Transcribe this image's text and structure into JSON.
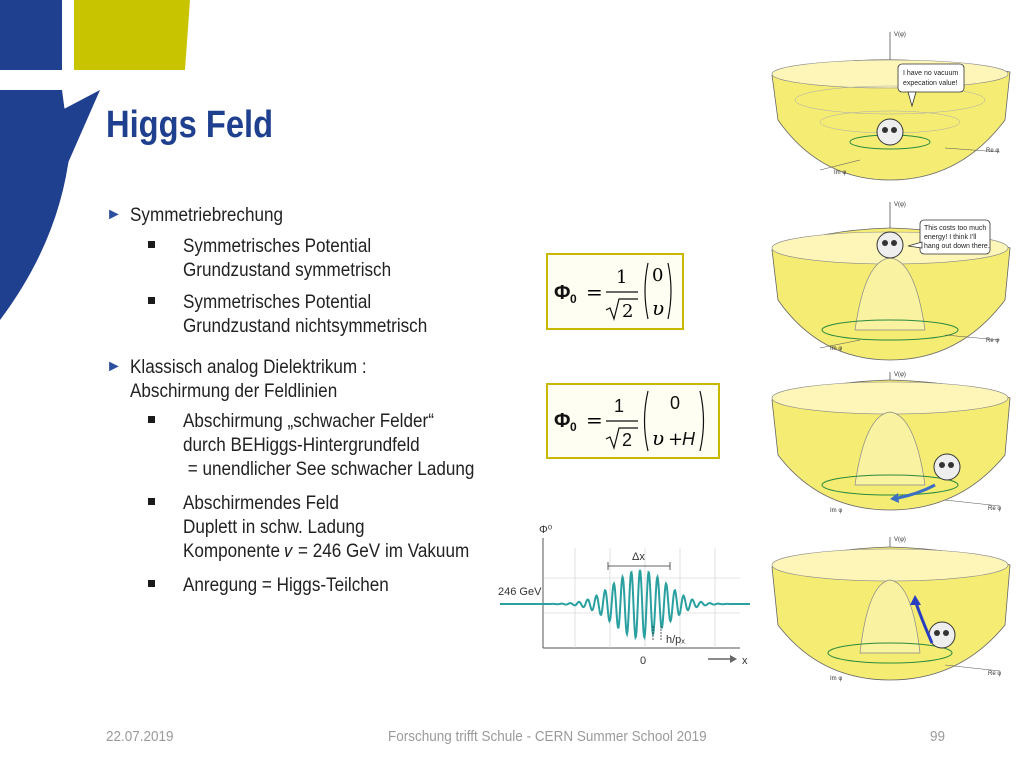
{
  "slide": {
    "title": "Higgs Feld",
    "bullets": [
      {
        "text": "Symmetriebrechung",
        "sub": [
          {
            "lines": [
              "Symmetrisches Potential",
              "Grundzustand symmetrisch"
            ]
          },
          {
            "lines": [
              "Symmetrisches Potential",
              "Grundzustand nichtsymmetrisch"
            ]
          }
        ]
      },
      {
        "lines": [
          "Klassisch analog Dielektrikum :",
          "Abschirmung der Feldlinien"
        ],
        "sub": [
          {
            "lines": [
              "Abschirmung „schwacher Felder“",
              "durch BEHiggs-Hintergrundfeld",
              " = unendlicher See schwacher Ladung"
            ]
          },
          {
            "lines": [
              "Abschirmendes Feld",
              "Duplett in schw. Ladung",
              "Komponente 𝜈 = 246 GeV im Vakuum"
            ]
          },
          {
            "lines": [
              "Anregung = Higgs-Teilchen"
            ]
          }
        ]
      }
    ]
  },
  "formulas": {
    "f1": {
      "lhs": "Φ",
      "sub": "0",
      "eq": "=",
      "num": "1",
      "den": "2",
      "top": "0",
      "bottom": "υ"
    },
    "f2": {
      "lhs": "Φ",
      "sub": "0",
      "eq": "=",
      "num": "1",
      "den": "2",
      "top": "0",
      "bottom_a": "υ",
      "plus": "+",
      "bottom_b": "H"
    }
  },
  "wave": {
    "ylabel": "Φ⁰",
    "level": "246 GeV",
    "dx": "Δx",
    "width": "h/pₓ",
    "origin": "0",
    "xlabel": "x"
  },
  "potentials": {
    "axis_v": "V(φ)",
    "axis_re": "Re φ",
    "axis_im": "Im φ",
    "bubble1": [
      "I have no vacuum",
      "expecation value!"
    ],
    "bubble2": [
      "This costs too much",
      "energy! I think I'll",
      "hang out down there."
    ]
  },
  "footer": {
    "date": "22.07.2019",
    "center": "Forschung trifft Schule - CERN Summer School 2019",
    "page": "99"
  },
  "colors": {
    "title": "#1f3f8f",
    "deco_blue": "#1f3f8f",
    "deco_yellow": "#c8c400",
    "formula_border": "#c8b900",
    "wave": "#2aa0a0"
  }
}
